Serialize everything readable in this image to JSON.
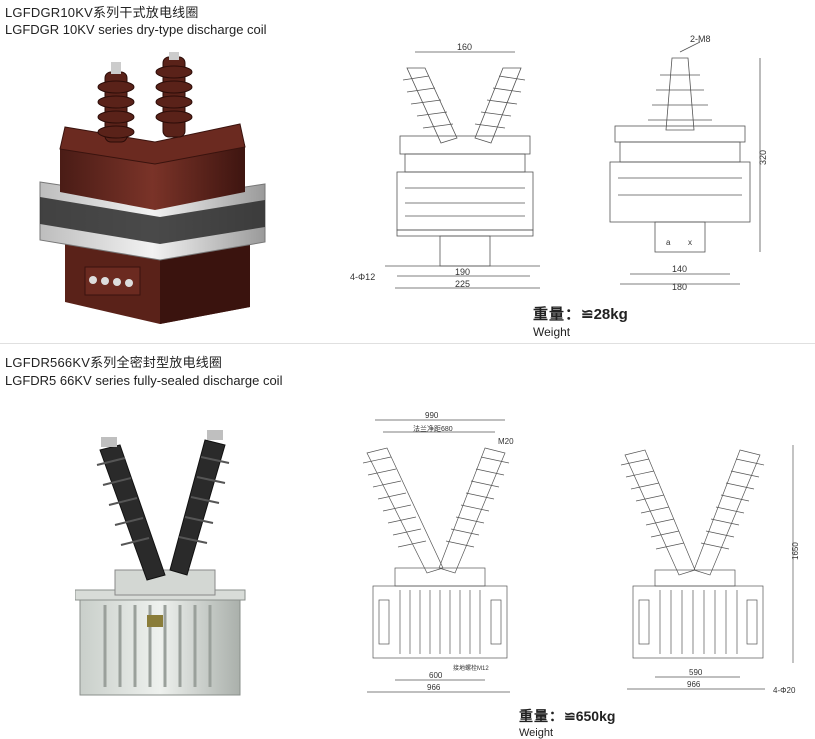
{
  "products": [
    {
      "title_cn": "LGFDGR10KV系列干式放电线圈",
      "title_en": "LGFDGR 10KV series dry-type discharge coil",
      "weight_cn": "重量：",
      "weight_value": "≌28kg",
      "weight_en": "Weight",
      "front_view": {
        "dim_top": "160",
        "dim_mount": "4-Φ12",
        "dim_w1": "190",
        "dim_w2": "225"
      },
      "side_view": {
        "dim_bolt": "2-M8",
        "dim_height": "320",
        "dim_w1": "140",
        "dim_w2": "180",
        "terminal_a": "a",
        "terminal_x": "x"
      }
    },
    {
      "title_cn": "LGFDR566KV系列全密封型放电线圈",
      "title_en": "LGFDR5 66KV series fully-sealed discharge coil",
      "weight_cn": "重量：",
      "weight_value": "≌650kg",
      "weight_en": "Weight",
      "front_view": {
        "dim_top": "990",
        "dim_flange": "法兰净距680",
        "dim_bolt": "M20",
        "dim_ground": "接地螺栓M12",
        "dim_w1": "600",
        "dim_w2": "966"
      },
      "side_view": {
        "dim_height": "1650",
        "dim_w1": "590",
        "dim_w2": "966",
        "dim_mount": "4-Φ20"
      }
    }
  ]
}
